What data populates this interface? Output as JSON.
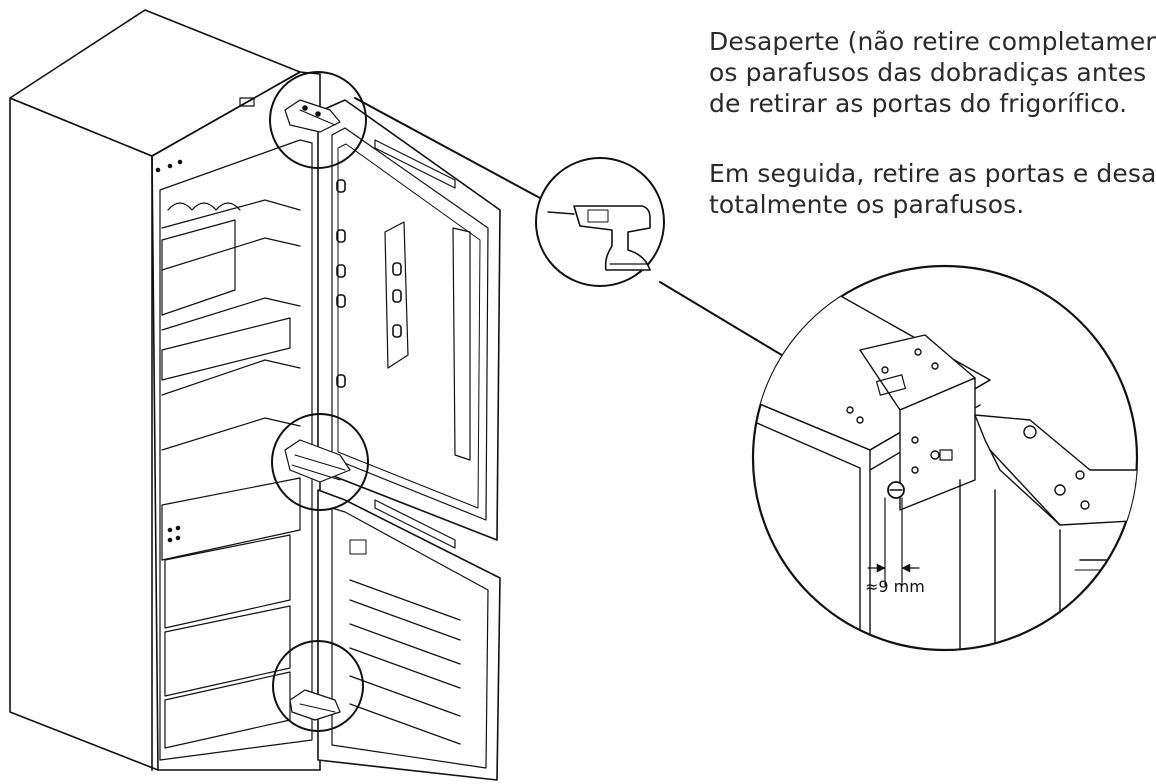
{
  "instructions": {
    "paragraph_1": [
      "Desaperte (não retire completamen",
      "os parafusos das dobradiças antes",
      "de retirar as portas do frigorífico."
    ],
    "paragraph_2": [
      "Em seguida, retire as portas e desa",
      "totalmente os parafusos."
    ]
  },
  "detail": {
    "measurement_label": "≈9 mm"
  },
  "icons": {
    "tool": "drill-icon"
  },
  "colors": {
    "line": "#111111",
    "text": "#2a2a2a",
    "background": "#ffffff"
  }
}
